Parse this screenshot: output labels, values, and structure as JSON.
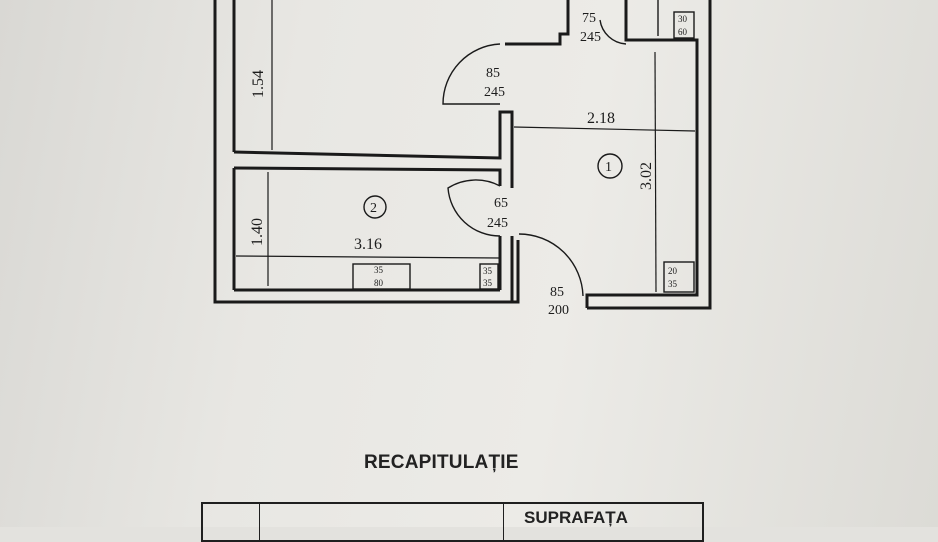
{
  "plan": {
    "doors": [
      {
        "width": "75",
        "height": "245"
      },
      {
        "width": "85",
        "height": "245"
      },
      {
        "width": "65",
        "height": "245"
      },
      {
        "width": "85",
        "height": "200"
      }
    ],
    "dimensions": {
      "top_room_height": "1.54",
      "room2_height": "1.40",
      "room2_width": "3.16",
      "room1_width": "2.18",
      "room1_height": "3.02"
    },
    "room_numbers": [
      "1",
      "2"
    ],
    "fixtures": [
      {
        "a": "30",
        "b": "60"
      },
      {
        "a": "35",
        "b": "80"
      },
      {
        "a": "35",
        "b": "35"
      },
      {
        "a": "20",
        "b": "35"
      }
    ]
  },
  "recap": {
    "title": "RECAPITULAȚIE",
    "column_header": "SUPRAFAȚA"
  }
}
